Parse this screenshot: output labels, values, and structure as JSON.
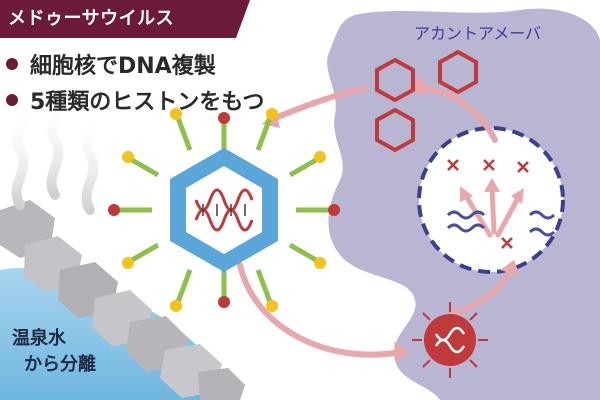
{
  "title": "メドゥーサウイルス",
  "bullets": [
    "細胞核でDNA複製",
    "5種類のヒストンをもつ"
  ],
  "host_label": "アカントアメーバ",
  "source_label_line1": "温泉水",
  "source_label_line2": "から分離",
  "colors": {
    "title_bg": "#6b1a3a",
    "amoeba": "#b9b6d4",
    "capsid_blue": "#5aa6d8",
    "dna_red": "#c0393b",
    "spike_green": "#8cc04a",
    "bead_yellow": "#f2c319",
    "histone_blue": "#4a4ea3",
    "arrow_pink": "#e8a7aa"
  }
}
